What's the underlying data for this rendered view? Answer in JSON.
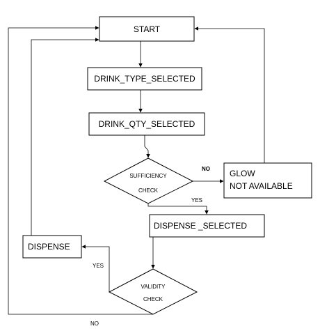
{
  "nodes": {
    "start": "START",
    "drink_type_selected": "DRINK_TYPE_SELECTED",
    "drink_qty_selected": "DRINK_QTY_SELECTED",
    "sufficiency_check_line1": "SUFFICIENCY",
    "sufficiency_check_line2": "CHECK",
    "glow_line1": "GLOW",
    "glow_line2": "NOT AVAILABLE",
    "dispense_selected": "DISPENSE _SELECTED",
    "dispense": "DISPENSE",
    "validity_check_line1": "VALIDITY",
    "validity_check_line2": "CHECK"
  },
  "edge_labels": {
    "sufficiency_no": "NO",
    "sufficiency_yes": "YES",
    "validity_yes": "YES",
    "validity_no": "NO"
  }
}
